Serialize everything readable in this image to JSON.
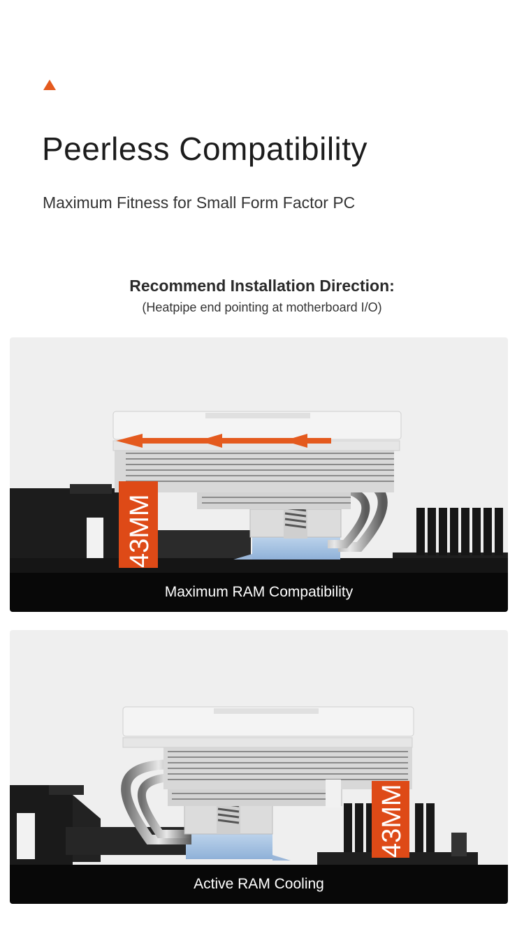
{
  "header": {
    "title": "Peerless Compatibility",
    "subtitle": "Maximum Fitness for Small Form Factor PC"
  },
  "recommendation": {
    "heading": "Recommend Installation Direction:",
    "note": "(Heatpipe end pointing at motherboard I/O)"
  },
  "panels": [
    {
      "height_label": "43MM",
      "caption": "Maximum RAM Compatibility"
    },
    {
      "height_label": "43MM",
      "caption": "Active RAM Cooling"
    }
  ],
  "colors": {
    "accent": "#e45a1e",
    "caption_bg": "#080808",
    "panel_bg": "#efefef",
    "cold_plate": "#a9c6e6"
  },
  "icons": [
    "triangle-accent-icon",
    "airflow-arrow-icon"
  ]
}
